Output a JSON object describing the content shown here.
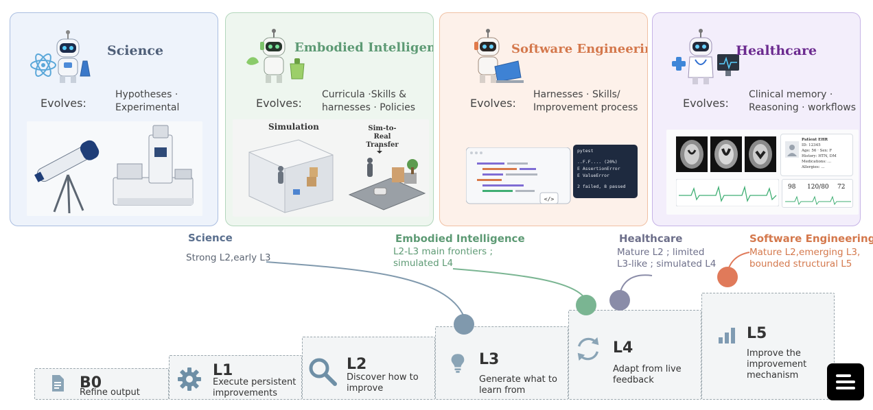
{
  "domains": [
    {
      "name": "Science",
      "evolves_label": "Evolves:",
      "evolves": "Hypotheses · Experimental",
      "color": "#5a6f8e",
      "card_bg": "#eef3fb",
      "card_border": "#a9bde0"
    },
    {
      "name": "Embodied Intelligence",
      "evolves_label": "Evolves:",
      "evolves": "Curricula ·Skills & harnesses · Policies",
      "color": "#5d9a74",
      "card_bg": "#eef6ef",
      "card_border": "#b2d6bb",
      "sim_label": "Simulation",
      "sim2real_label": "Sim-to-Real Transfer"
    },
    {
      "name": "Software Engineering",
      "evolves_label": "Evolves:",
      "evolves": "Harnesses · Skills/ Improvement process",
      "color": "#d4784c",
      "card_bg": "#fdf1ea",
      "card_border": "#f0c0a3",
      "terminal": {
        "title": "pytest",
        "lines": [
          "..F.F....      (20%)",
          "E  AssertionError",
          "E  ValueError",
          "2 failed, 8 passed"
        ]
      },
      "code_icon": "</>"
    },
    {
      "name": "Healthcare",
      "evolves_label": "Evolves:",
      "evolves": "Clinical memory · Reasoning · workflows",
      "color": "#6b2a8f",
      "card_bg": "#f3eefb",
      "card_border": "#c6b3e6",
      "ehr": {
        "title": "Patient EHR",
        "lines": [
          "ID: 12345",
          "Age: 56 · Sex: F",
          "History: HTN, DM",
          "Medications: ...",
          "Allergies: ..."
        ]
      },
      "vitals": [
        "98",
        "120/80",
        "72"
      ]
    }
  ],
  "levels": [
    {
      "id": "B0",
      "desc": "Refine output",
      "icon": "document-icon"
    },
    {
      "id": "L1",
      "desc": "Execute persistent improvements",
      "icon": "gear-icon"
    },
    {
      "id": "L2",
      "desc": "Discover how to improve",
      "icon": "magnifier-icon"
    },
    {
      "id": "L3",
      "desc": "Generate what to learn from",
      "icon": "lightbulb-icon"
    },
    {
      "id": "L4",
      "desc": "Adapt from live feedback",
      "icon": "cycle-icon"
    },
    {
      "id": "L5",
      "desc": "Improve the improvement mechanism",
      "icon": "bar-chart-icon"
    }
  ],
  "annotations": [
    {
      "domain": "Science",
      "text": "Strong L2,early L3",
      "color": "#5a6f8e",
      "dot_color": "#8099ad"
    },
    {
      "domain": "Embodied Intelligence",
      "text": "L2-L3 main frontiers ; simulated L4",
      "color": "#5d9a74",
      "dot_color": "#7ab592"
    },
    {
      "domain": "Healthcare",
      "text": "Mature L2 ; limited L3-like ; simulated L4",
      "color": "#6d6f8a",
      "dot_color": "#8a8ca8"
    },
    {
      "domain": "Software Engineering",
      "text": "Mature L2,emerging L3, bounded structural L5",
      "color": "#d4784c",
      "dot_color": "#e07a5a"
    }
  ],
  "logo_icon": "menu-lines-icon"
}
